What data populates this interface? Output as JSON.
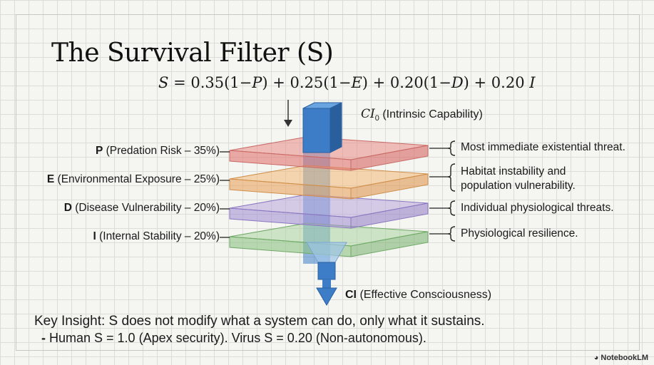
{
  "title": "The Survival Filter (S)",
  "formula": {
    "s": "S",
    "eq": " = 0.35(1−",
    "p": "P",
    "mid1": ") + 0.25(1−",
    "e": "E",
    "mid2": ") + 0.20(1−",
    "d": "D",
    "mid3": ") + 0.20 ",
    "i": "I"
  },
  "input": {
    "symbol": "CI",
    "sub": "0",
    "label": "(Intrinsic Capability)"
  },
  "output": {
    "symbol": "CI",
    "label": "(Effective Consciousness)"
  },
  "layers": [
    {
      "key": "P",
      "name": "(Predation Risk – 35%)",
      "note": "Most immediate existential threat.",
      "color": "#e88a86"
    },
    {
      "key": "E",
      "name": "(Environmental Exposure – 25%)",
      "note": "Habitat instability and",
      "note2": "population vulnerability.",
      "color": "#f0b877"
    },
    {
      "key": "D",
      "name": "(Disease Vulnerability – 20%)",
      "note": "Individual physiological threats.",
      "color": "#b8a6dc"
    },
    {
      "key": "I",
      "name": "(Internal Stability – 20%)",
      "note": "Physiological resilience.",
      "color": "#a9d3a0"
    }
  ],
  "insight": {
    "line1": "Key Insight: S does not modify what a system can do, only what it sustains.",
    "bullet": "-",
    "line2": " Human S = 1.0 (Apex security). Virus S = 0.20 (Non-autonomous)."
  },
  "brand": "NotebookLM",
  "colors": {
    "column": "#3d7dc8",
    "column_dark": "#2a5f9e",
    "column_top": "#6aa4e0"
  }
}
